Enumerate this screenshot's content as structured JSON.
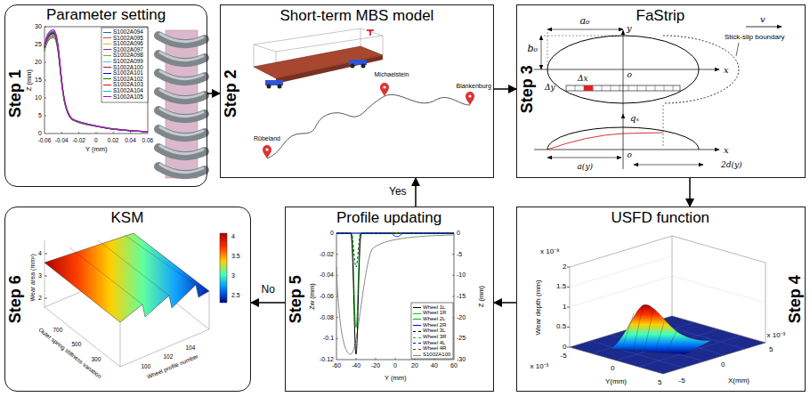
{
  "diagram": {
    "nodes": [
      {
        "text": [
          "Parameter setting",
          "Step 1"
        ]
      },
      {
        "text": [
          "Short-term MBS model",
          "Step 2"
        ]
      },
      {
        "text": [
          "FaStrip",
          "Step 3"
        ]
      },
      {
        "text": [
          "USFD function",
          "Step 4"
        ]
      },
      {
        "text": [
          "Profile updating",
          "Step 5"
        ]
      },
      {
        "text": [
          "KSM",
          "Step 6"
        ]
      }
    ],
    "edges": [
      {
        "from": 0,
        "to": 1,
        "arrow": "to"
      },
      {
        "from": 1,
        "to": 2,
        "arrow": "to"
      },
      {
        "from": 2,
        "to": 3,
        "arrow": "to"
      },
      {
        "from": 3,
        "to": 4,
        "arrow": "to"
      },
      {
        "from": 4,
        "to": 1,
        "arrow": "to",
        "label": "Yes"
      },
      {
        "from": 4,
        "to": 5,
        "arrow": "to",
        "label": "No"
      }
    ],
    "labels": [
      "30",
      "25",
      "20",
      "15",
      "10",
      "5",
      "0",
      "-0.06",
      "-0.04",
      "-0.02",
      "0",
      "0.02",
      "0.04",
      "0.06",
      "Y (mm)",
      "Z (mm)",
      "Michaelstein",
      "Blankenburg",
      "Rübeland",
      "a₀",
      "b₀",
      "y",
      "x",
      "v",
      "Stick-slip boundary",
      "Δx",
      "Δy",
      "o",
      "qₓ",
      "x",
      "o",
      "a(y)",
      "2d(y)",
      "0",
      "0.5",
      "1",
      "1.5",
      "2",
      "x 10⁻⁸",
      "Wear depth (mm)",
      "-5",
      "0",
      "5",
      "x 10⁻³",
      "Y(mm)",
      "-5",
      "0",
      "5",
      "x 10⁻³",
      "X(mm)",
      "0",
      "-0.02",
      "-0.04",
      "-0.06",
      "-0.08",
      "-0.1",
      "-0.12",
      "-60",
      "-40",
      "-20",
      "0",
      "20",
      "40",
      "60",
      "Y (mm)",
      "Zw (mm)",
      "0",
      "-5",
      "-10",
      "-15",
      "-20",
      "-25",
      "-30",
      "Z (mm)",
      "4",
      "3",
      "2",
      "Wear area (mm²)",
      "700",
      "500",
      "300",
      "Outer spring stiffness variation",
      "100",
      "102",
      "104",
      "Wheel profile number",
      "4",
      "3.5",
      "3",
      "2.5"
    ],
    "legend": [
      {
        "text": "S1002A094"
      },
      {
        "text": "S1002A095"
      },
      {
        "text": "S1002A096"
      },
      {
        "text": "S1002A097"
      },
      {
        "text": "S1002A098"
      },
      {
        "text": "S1002A099"
      },
      {
        "text": "S1002A100"
      },
      {
        "text": "S1002A101"
      },
      {
        "text": "S1002A102"
      },
      {
        "text": "S1002A103"
      },
      {
        "text": "S1002A104"
      },
      {
        "text": "S1002A105"
      },
      {
        "text": "Wheel 1L"
      },
      {
        "text": "Wheel 1R"
      },
      {
        "text": "Wheel 2L"
      },
      {
        "text": "Wheel 2R"
      },
      {
        "text": "Wheel 3L"
      },
      {
        "text": "Wheel 3R"
      },
      {
        "text": "Wheel 4L"
      },
      {
        "text": "Wheel 4R"
      },
      {
        "text": "S1002A100"
      }
    ]
  }
}
